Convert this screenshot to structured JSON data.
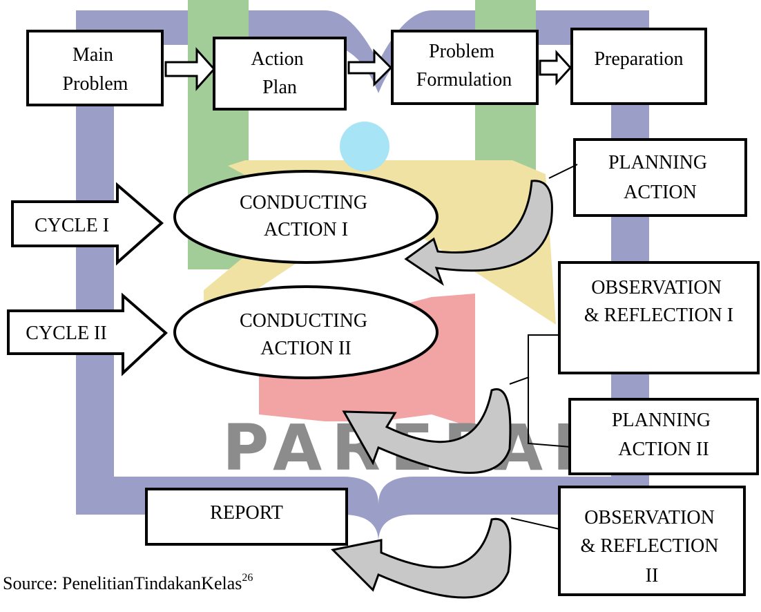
{
  "watermark": {
    "text": "PAREPARE",
    "colors": {
      "frame": "#9b9fc8",
      "pillar": "#a3cd98",
      "roof": "#f0e2a2",
      "book": "#f2a3a3",
      "globe": "#a7e4f6"
    }
  },
  "top_row": [
    {
      "id": "main-problem",
      "lines": [
        "Main",
        "Problem"
      ]
    },
    {
      "id": "action-plan",
      "lines": [
        "Action",
        "Plan"
      ]
    },
    {
      "id": "problem-formulation",
      "lines": [
        "Problem",
        "Formulation"
      ]
    },
    {
      "id": "preparation",
      "lines": [
        "Preparation"
      ]
    }
  ],
  "cycles": [
    {
      "id": "cycle-1",
      "label": "CYCLE I",
      "action_lines": [
        "CONDUCTING",
        "ACTION I"
      ]
    },
    {
      "id": "cycle-2",
      "label": "CYCLE II",
      "action_lines": [
        "CONDUCTING",
        "ACTION II"
      ]
    }
  ],
  "side_boxes": [
    {
      "id": "planning-action",
      "lines": [
        "PLANNING",
        "ACTION"
      ]
    },
    {
      "id": "observation-reflection-1",
      "lines": [
        "OBSERVATION",
        "& REFLECTION I"
      ]
    },
    {
      "id": "planning-action-2",
      "lines": [
        "PLANNING",
        "ACTION II"
      ]
    },
    {
      "id": "observation-reflection-2",
      "lines": [
        "OBSERVATION",
        "& REFLECTION",
        "II"
      ]
    }
  ],
  "report": {
    "label": "REPORT"
  },
  "source": {
    "text": "Source: PenelitianTindakanKelas",
    "ref": "26"
  }
}
